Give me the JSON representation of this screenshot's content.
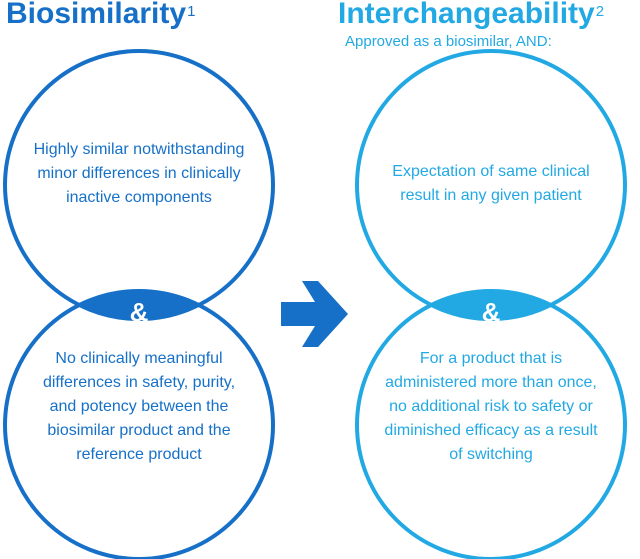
{
  "left": {
    "title": "Biosimilarity",
    "title_ref": "1",
    "top_circle_text": "Highly similar notwithstanding minor differences in clinically inactive components",
    "bottom_circle_text": "No clinically meaningful differences in safety, purity, and potency between the biosimilar product and the reference product",
    "ampersand": "&"
  },
  "right": {
    "title": "Interchangeability",
    "title_ref": "2",
    "subtitle": "Approved as a biosimilar, AND:",
    "top_circle_text": "Expectation of same clinical result in any given patient",
    "bottom_circle_text": "For a product that is administered more than once, no additional risk to safety or diminished efficacy as a result of switching",
    "ampersand": "&"
  },
  "colors": {
    "left_accent": "#1670c8",
    "right_accent": "#22a9e4",
    "arrow": "#1670c8"
  },
  "icons": {
    "connector": "arrow-right-icon"
  }
}
